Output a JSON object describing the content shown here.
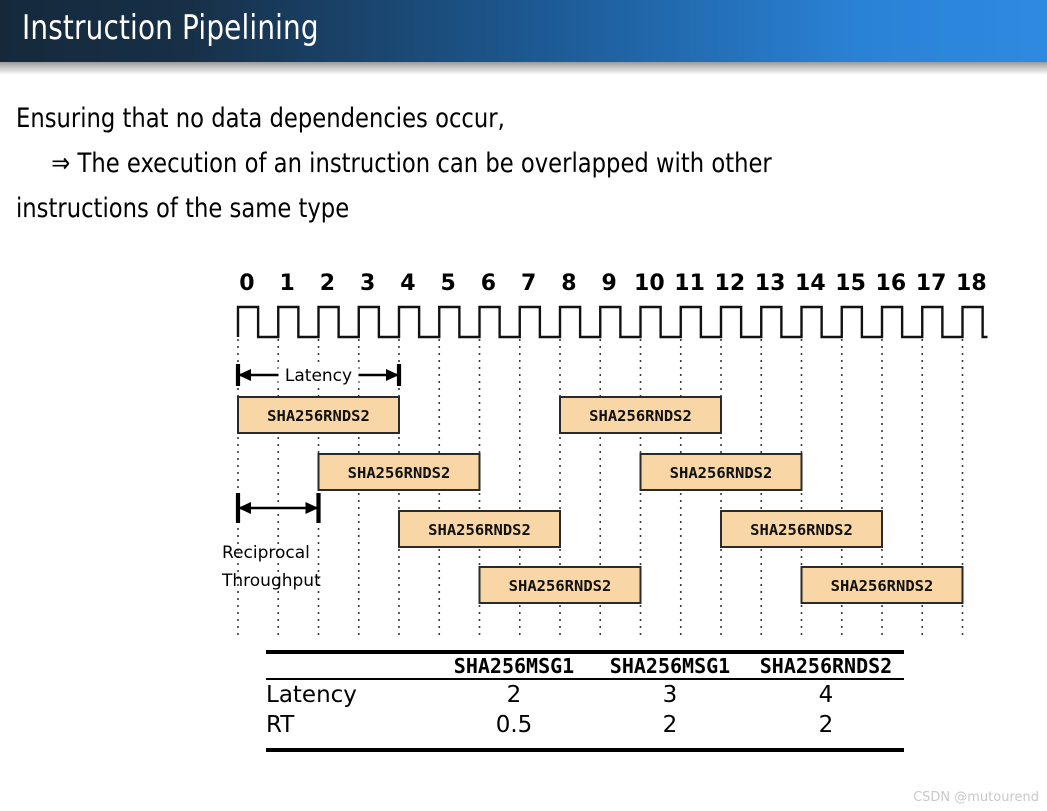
{
  "slide": {
    "title": "Instruction Pipelining",
    "body_lines": [
      "Ensuring that no data dependencies occur,",
      "⇒ The execution of an instruction can be overlapped with other",
      "instructions of the same type"
    ]
  },
  "watermark": "CSDN @mutourend",
  "diagram": {
    "clock_labels": [
      "0",
      "1",
      "2",
      "3",
      "4",
      "5",
      "6",
      "7",
      "8",
      "9",
      "10",
      "11",
      "12",
      "13",
      "14",
      "15",
      "16",
      "17",
      "18"
    ],
    "annotations": {
      "latency_label": "Latency",
      "throughput_label_line1": "Reciprocal",
      "throughput_label_line2": "Throughput",
      "latency_span_cycles": 4,
      "throughput_span_cycles": 2
    },
    "instruction_name": "SHA256RNDS2",
    "rows": [
      {
        "boxes": [
          {
            "start": 0,
            "end": 4
          },
          {
            "start": 8,
            "end": 12
          }
        ]
      },
      {
        "boxes": [
          {
            "start": 2,
            "end": 6
          },
          {
            "start": 10,
            "end": 14
          }
        ]
      },
      {
        "boxes": [
          {
            "start": 4,
            "end": 8
          },
          {
            "start": 12,
            "end": 16
          }
        ]
      },
      {
        "boxes": [
          {
            "start": 6,
            "end": 10
          },
          {
            "start": 14,
            "end": 18
          }
        ]
      }
    ]
  },
  "chart_data": {
    "type": "table",
    "title": "",
    "columns": [
      "",
      "SHA256MSG1",
      "SHA256MSG1",
      "SHA256RNDS2"
    ],
    "rows": [
      {
        "label": "Latency",
        "values": [
          "2",
          "3",
          "4"
        ]
      },
      {
        "label": "RT",
        "values": [
          "0.5",
          "2",
          "2"
        ]
      }
    ]
  },
  "colors": {
    "title_gradient_start": "#15293b",
    "title_gradient_end": "#2e8ae0",
    "instruction_box_fill": "#f8d6a6",
    "instruction_box_stroke": "#2a2a2a",
    "watermark": "#c9c9c9"
  }
}
